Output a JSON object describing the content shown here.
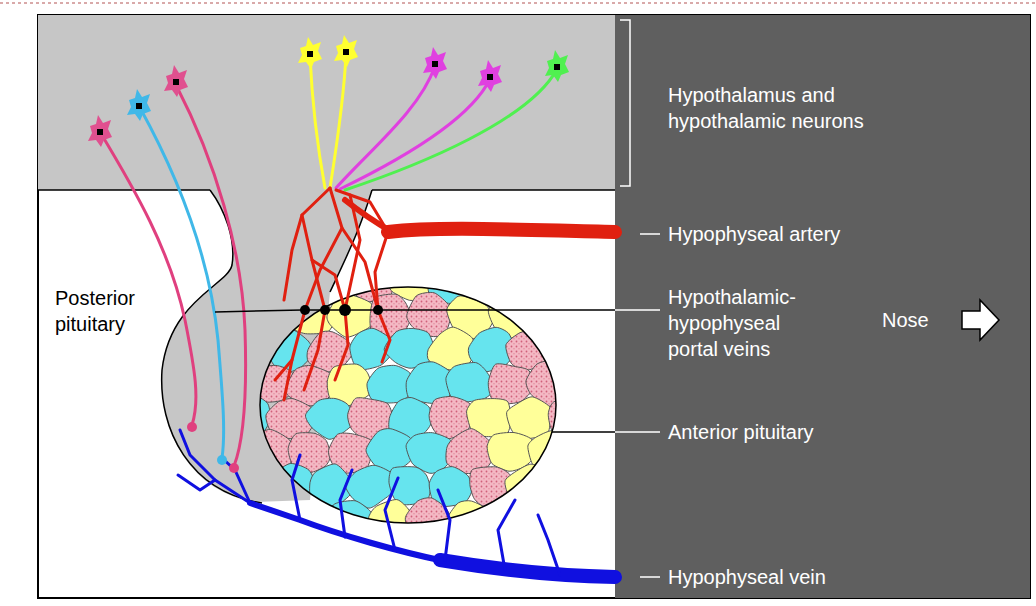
{
  "diagram": {
    "labels": [
      "Hypothalamus and hypothalamic neurons",
      "Hypophyseal artery",
      "Posterior pituitary",
      "Hypothalamic-hypophyseal portal veins",
      "Nose",
      "Anterior pituitary",
      "Hypophyseal vein"
    ]
  }
}
